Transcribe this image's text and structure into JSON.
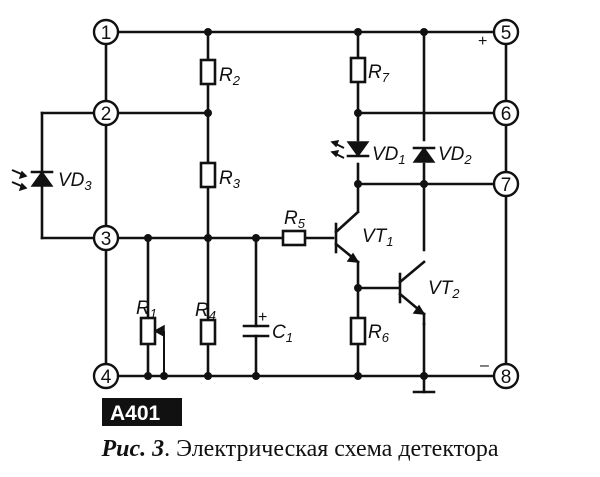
{
  "pins": [
    "1",
    "2",
    "3",
    "4",
    "5",
    "6",
    "7",
    "8"
  ],
  "supply_signs": {
    "positive": "+",
    "negative": "–"
  },
  "components": {
    "r1": {
      "letter": "R",
      "index": "1"
    },
    "r2": {
      "letter": "R",
      "index": "2"
    },
    "r3": {
      "letter": "R",
      "index": "3"
    },
    "r4": {
      "letter": "R",
      "index": "4"
    },
    "r5": {
      "letter": "R",
      "index": "5"
    },
    "r6": {
      "letter": "R",
      "index": "6"
    },
    "r7": {
      "letter": "R",
      "index": "7"
    },
    "c1": {
      "letter": "C",
      "index": "1",
      "polarity": "+"
    },
    "vd1": {
      "letter": "VD",
      "index": "1"
    },
    "vd2": {
      "letter": "VD",
      "index": "2"
    },
    "vd3": {
      "letter": "VD",
      "index": "3"
    },
    "vt1": {
      "letter": "VT",
      "index": "1"
    },
    "vt2": {
      "letter": "VT",
      "index": "2"
    }
  },
  "badge": "A401",
  "caption": {
    "figure_label": "Рис. 3",
    "text": ". Электрическая схема детектора"
  },
  "colors": {
    "ink": "#111111",
    "paper": "#ffffff"
  }
}
